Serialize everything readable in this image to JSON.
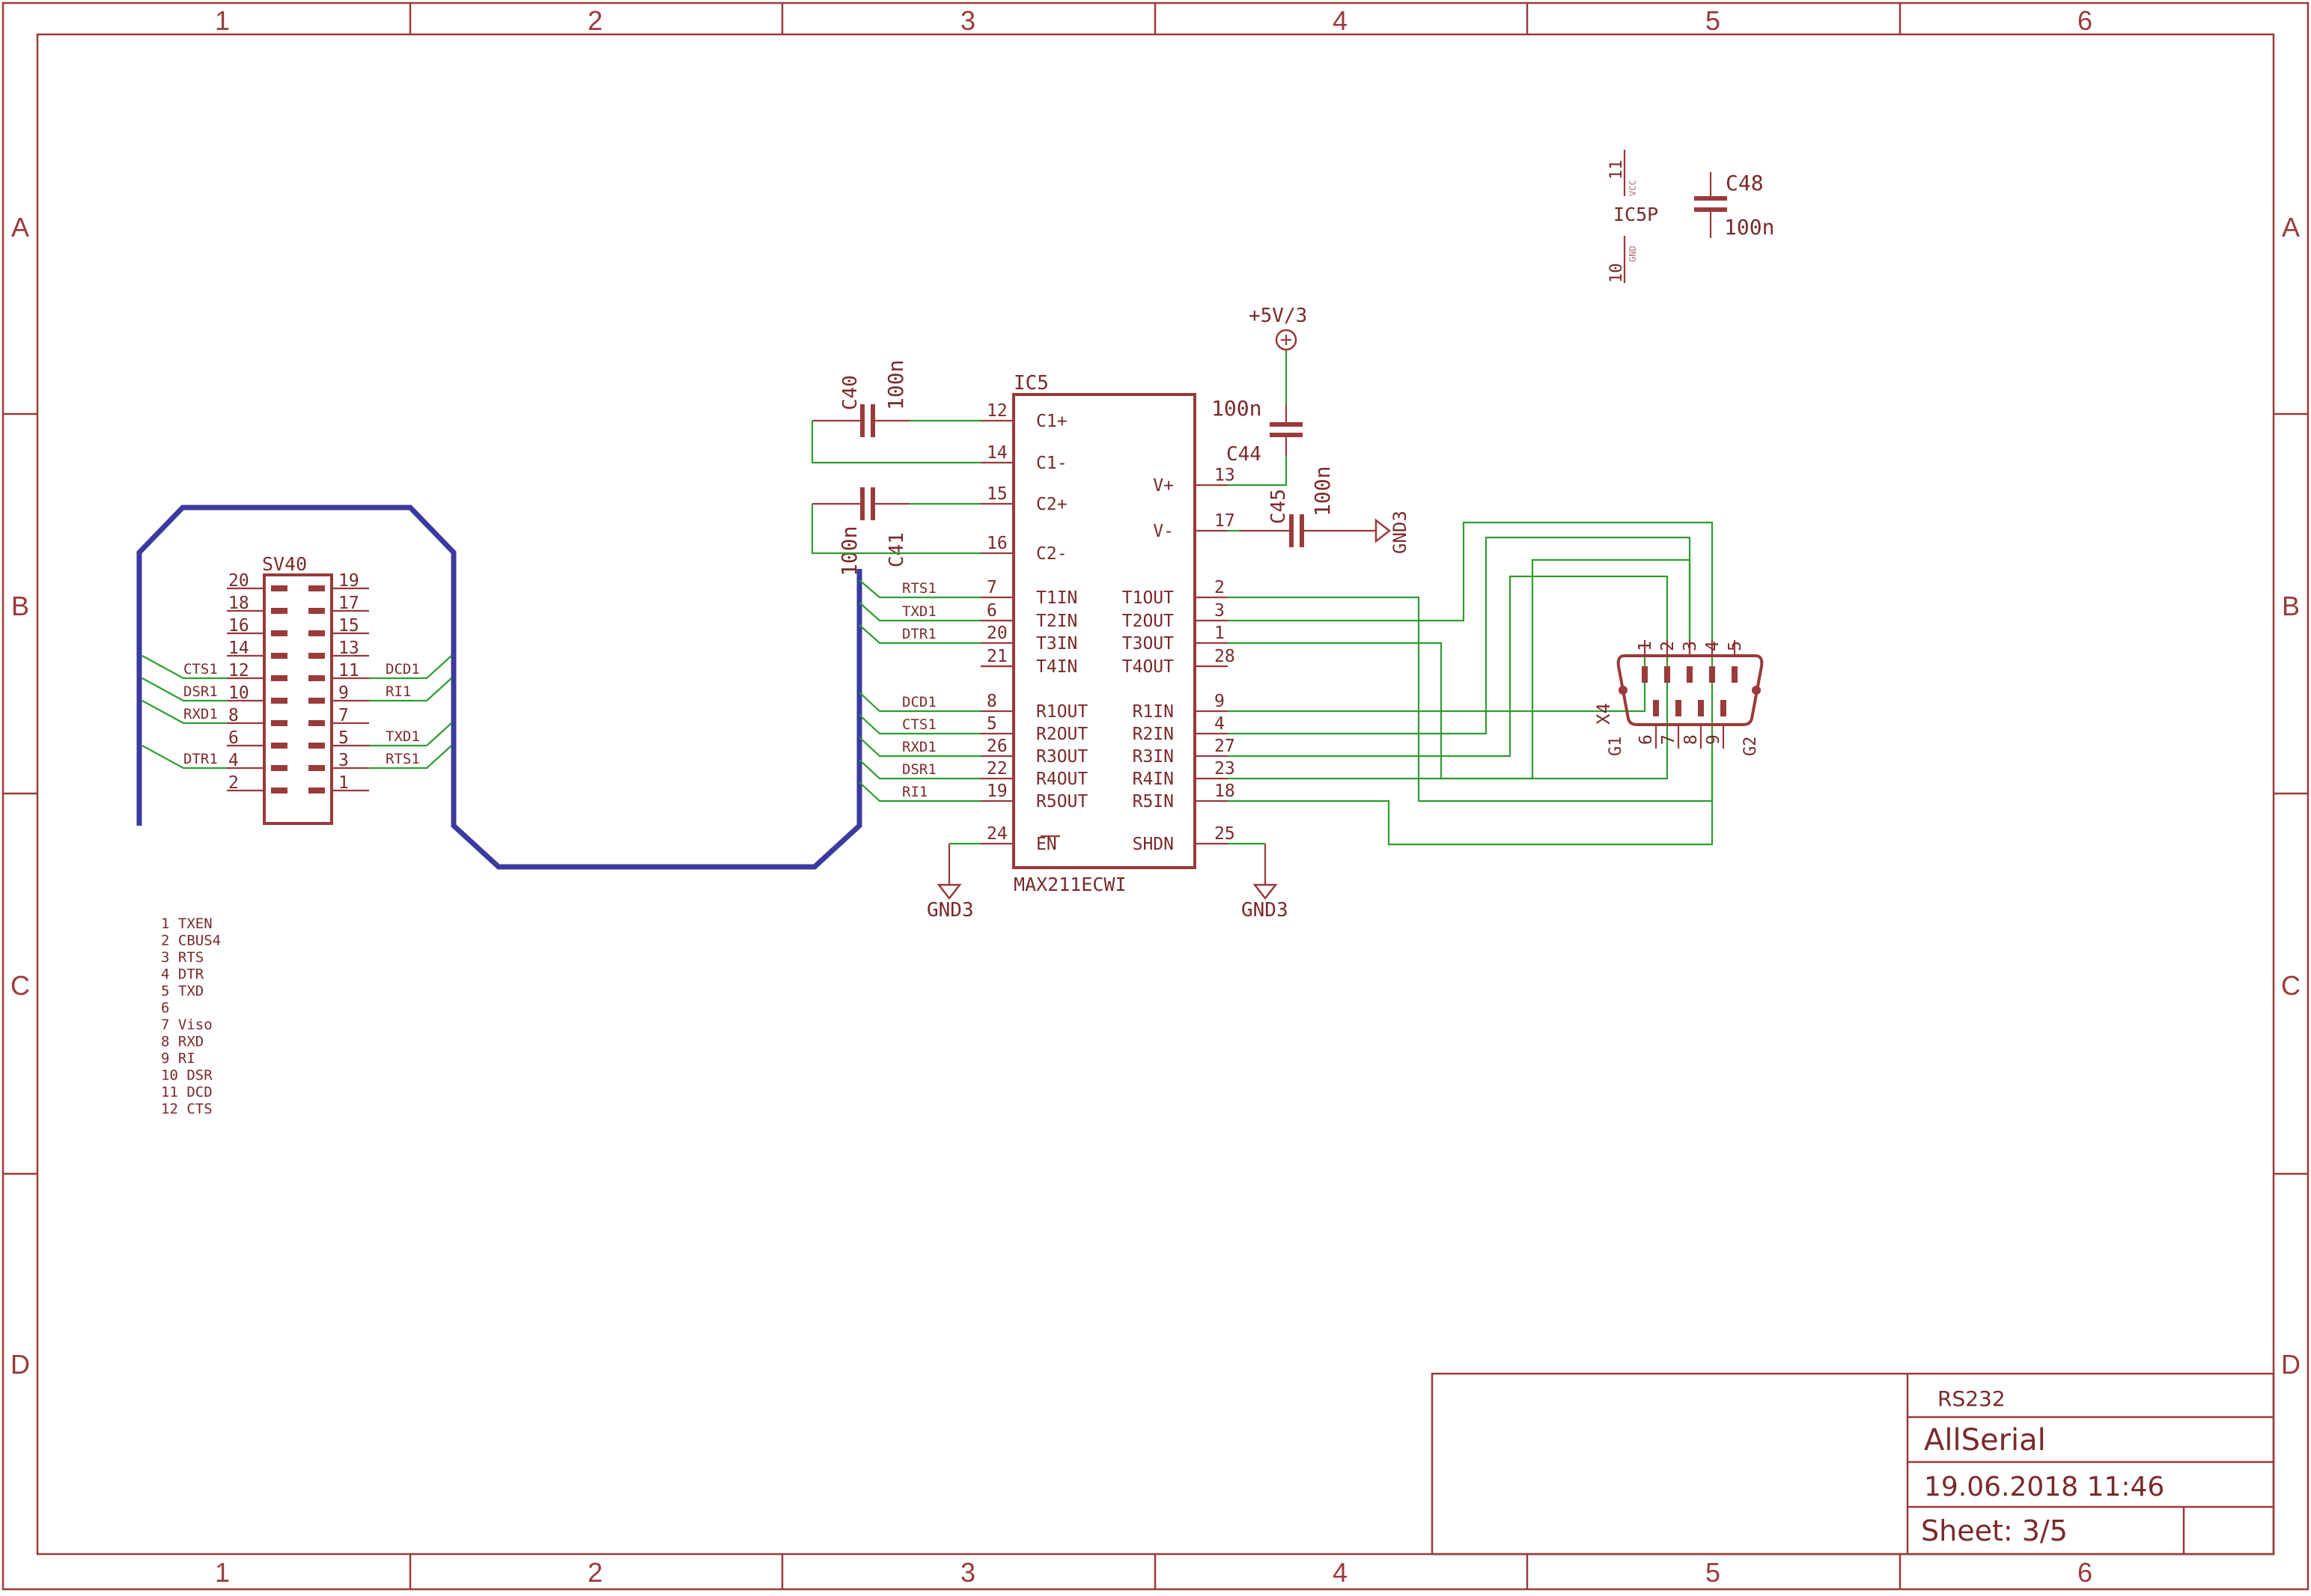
{
  "frame": {
    "columns": [
      "1",
      "2",
      "3",
      "4",
      "5",
      "6"
    ],
    "rows": [
      "A",
      "B",
      "C",
      "D"
    ]
  },
  "title_block": {
    "sheet_name": "RS232",
    "project": "AllSerial",
    "datetime": "19.06.2018 11:46",
    "sheet": "Sheet: 3/5"
  },
  "ic5": {
    "name": "IC5",
    "value": "MAX211ECWI",
    "left_pins": [
      {
        "num": "12",
        "name": "C1+"
      },
      {
        "num": "14",
        "name": "C1-"
      },
      {
        "num": "15",
        "name": "C2+"
      },
      {
        "num": "16",
        "name": "C2-"
      },
      {
        "num": "7",
        "name": "T1IN",
        "net": "RTS1"
      },
      {
        "num": "6",
        "name": "T2IN",
        "net": "TXD1"
      },
      {
        "num": "20",
        "name": "T3IN",
        "net": "DTR1"
      },
      {
        "num": "21",
        "name": "T4IN"
      },
      {
        "num": "8",
        "name": "R1OUT",
        "net": "DCD1"
      },
      {
        "num": "5",
        "name": "R2OUT",
        "net": "CTS1"
      },
      {
        "num": "26",
        "name": "R3OUT",
        "net": "RXD1"
      },
      {
        "num": "22",
        "name": "R4OUT",
        "net": "DSR1"
      },
      {
        "num": "19",
        "name": "R5OUT",
        "net": "RI1"
      },
      {
        "num": "24",
        "name": "EN"
      }
    ],
    "right_pins": [
      {
        "num": "13",
        "name": "V+"
      },
      {
        "num": "17",
        "name": "V-"
      },
      {
        "num": "2",
        "name": "T1OUT"
      },
      {
        "num": "3",
        "name": "T2OUT"
      },
      {
        "num": "1",
        "name": "T3OUT"
      },
      {
        "num": "28",
        "name": "T4OUT"
      },
      {
        "num": "9",
        "name": "R1IN"
      },
      {
        "num": "4",
        "name": "R2IN"
      },
      {
        "num": "27",
        "name": "R3IN"
      },
      {
        "num": "23",
        "name": "R4IN"
      },
      {
        "num": "18",
        "name": "R5IN"
      },
      {
        "num": "25",
        "name": "SHDN"
      }
    ]
  },
  "ic5p": {
    "name": "IC5P",
    "vcc_pin": "11",
    "vcc": "VCC",
    "gnd_pin": "10",
    "gnd": "GND"
  },
  "caps": {
    "c40": {
      "name": "C40",
      "value": "100n"
    },
    "c41": {
      "name": "C41",
      "value": "100n"
    },
    "c44": {
      "name": "C44",
      "value": "100n"
    },
    "c45": {
      "name": "C45",
      "value": "100n"
    },
    "c48": {
      "name": "C48",
      "value": "100n"
    }
  },
  "power": {
    "vcc": "+5V/3",
    "gnd": "GND3"
  },
  "sv40": {
    "name": "SV40",
    "left_nums": [
      "20",
      "18",
      "16",
      "14",
      "12",
      "10",
      "8",
      "6",
      "4",
      "2"
    ],
    "right_nums": [
      "19",
      "17",
      "15",
      "13",
      "11",
      "9",
      "7",
      "5",
      "3",
      "1"
    ],
    "left_nets": [
      "",
      "",
      "",
      "",
      "CTS1",
      "DSR1",
      "RXD1",
      "",
      "DTR1",
      ""
    ],
    "right_nets": [
      "",
      "",
      "",
      "",
      "DCD1",
      "RI1",
      "",
      "TXD1",
      "RTS1",
      ""
    ]
  },
  "x4": {
    "name": "X4",
    "top_pins": [
      "1",
      "2",
      "3",
      "4",
      "5"
    ],
    "bottom_pins": [
      "6",
      "7",
      "8",
      "9"
    ],
    "g1": "G1",
    "g2": "G2"
  },
  "legend": [
    "1 TXEN",
    "2 CBUS4",
    "3 RTS",
    "4 DTR",
    "5 TXD",
    "6",
    "7 Viso",
    "8 RXD",
    "9 RI",
    "10 DSR",
    "11 DCD",
    "12 CTS"
  ]
}
